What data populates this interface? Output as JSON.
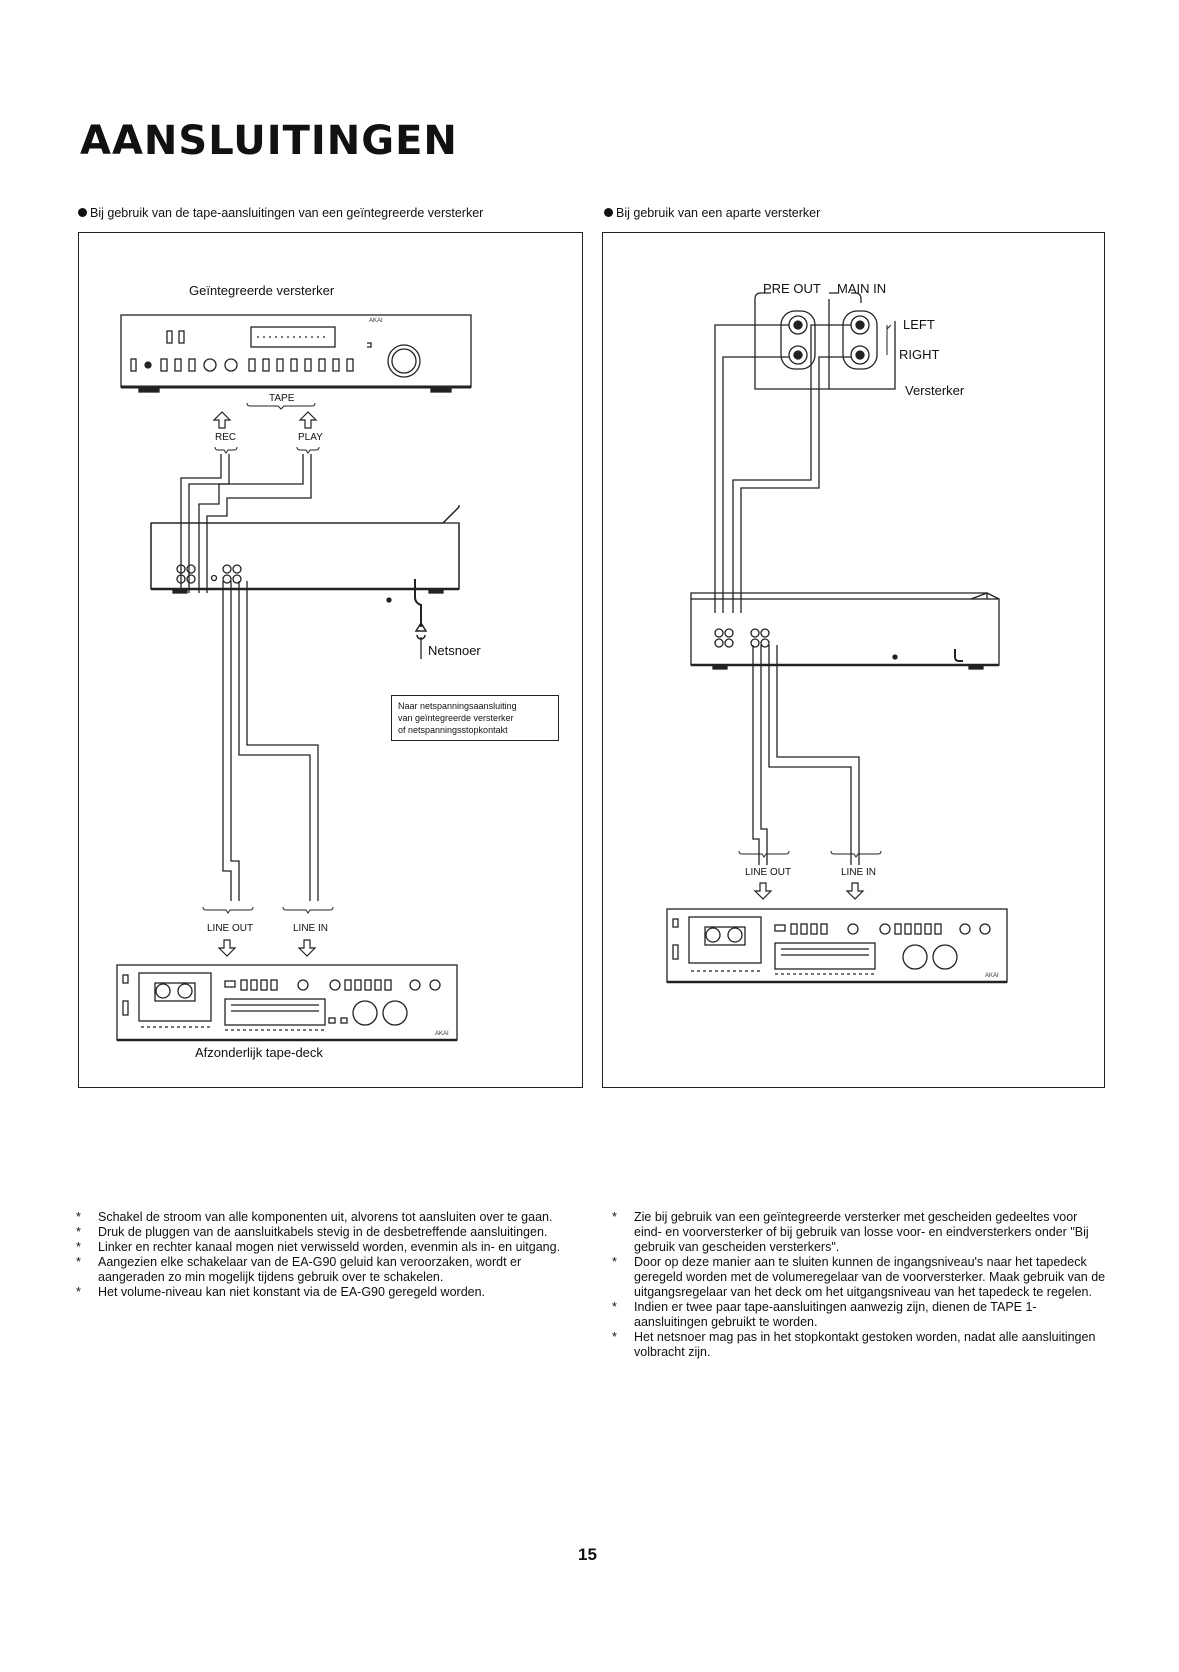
{
  "page_title": "AANSLUITINGEN",
  "captions": {
    "left": "Bij gebruik van de tape-aansluitingen van een geïntegreerde versterker",
    "right": "Bij gebruik van een aparte versterker"
  },
  "left_diagram": {
    "amplifier_label": "Geïntegreerde versterker",
    "brand": "AKAI",
    "tape_label": "TAPE",
    "rec_label": "REC",
    "play_label": "PLAY",
    "power_cord_label": "Netsnoer",
    "mains_note": [
      "Naar netspanningsaansluiting",
      "van geïntegreerde versterker",
      "of netspanningsstopkontakt"
    ],
    "line_out_label": "LINE OUT",
    "line_in_label": "LINE IN",
    "deck_label": "Afzonderlijk tape-deck",
    "deck_brand": "AKAI"
  },
  "right_diagram": {
    "pre_out_label": "PRE OUT",
    "main_in_label": "MAIN IN",
    "left_label": "LEFT",
    "right_label": "RIGHT",
    "amplifier_label": "Versterker",
    "line_out_label": "LINE OUT",
    "line_in_label": "LINE IN",
    "deck_brand": "AKAI"
  },
  "notes_left": [
    "Schakel de stroom van alle komponenten uit, alvorens tot aansluiten over te gaan.",
    "Druk de pluggen van de aansluitkabels stevig in de desbetreffende aansluitingen.",
    "Linker en rechter kanaal mogen niet verwisseld worden, evenmin als in- en uitgang.",
    "Aangezien elke schakelaar van de EA-G90 geluid kan veroorzaken, wordt er aangeraden zo min mogelijk tijdens gebruik over te schakelen.",
    "Het volume-niveau kan niet konstant via de EA-G90 geregeld worden."
  ],
  "notes_right": [
    "Zie bij gebruik van een geïntegreerde versterker met gescheiden gedeeltes voor eind- en voorversterker of bij gebruik van losse voor- en eindversterkers onder \"Bij gebruik van gescheiden versterkers\".",
    "Door op deze manier aan te sluiten kunnen de ingangsniveau's naar het tapedeck geregeld worden met de volumeregelaar van de voorversterker. Maak gebruik van de uitgangsregelaar van het deck om het uitgangsniveau van het tapedeck te regelen.",
    "Indien er twee paar tape-aansluitingen aanwezig zijn, dienen de TAPE 1-aansluitingen gebruikt te worden.",
    "Het netsnoer mag pas in het stopkontakt gestoken worden, nadat alle aansluitingen volbracht zijn."
  ],
  "note_marker": "*",
  "page_number": "15"
}
